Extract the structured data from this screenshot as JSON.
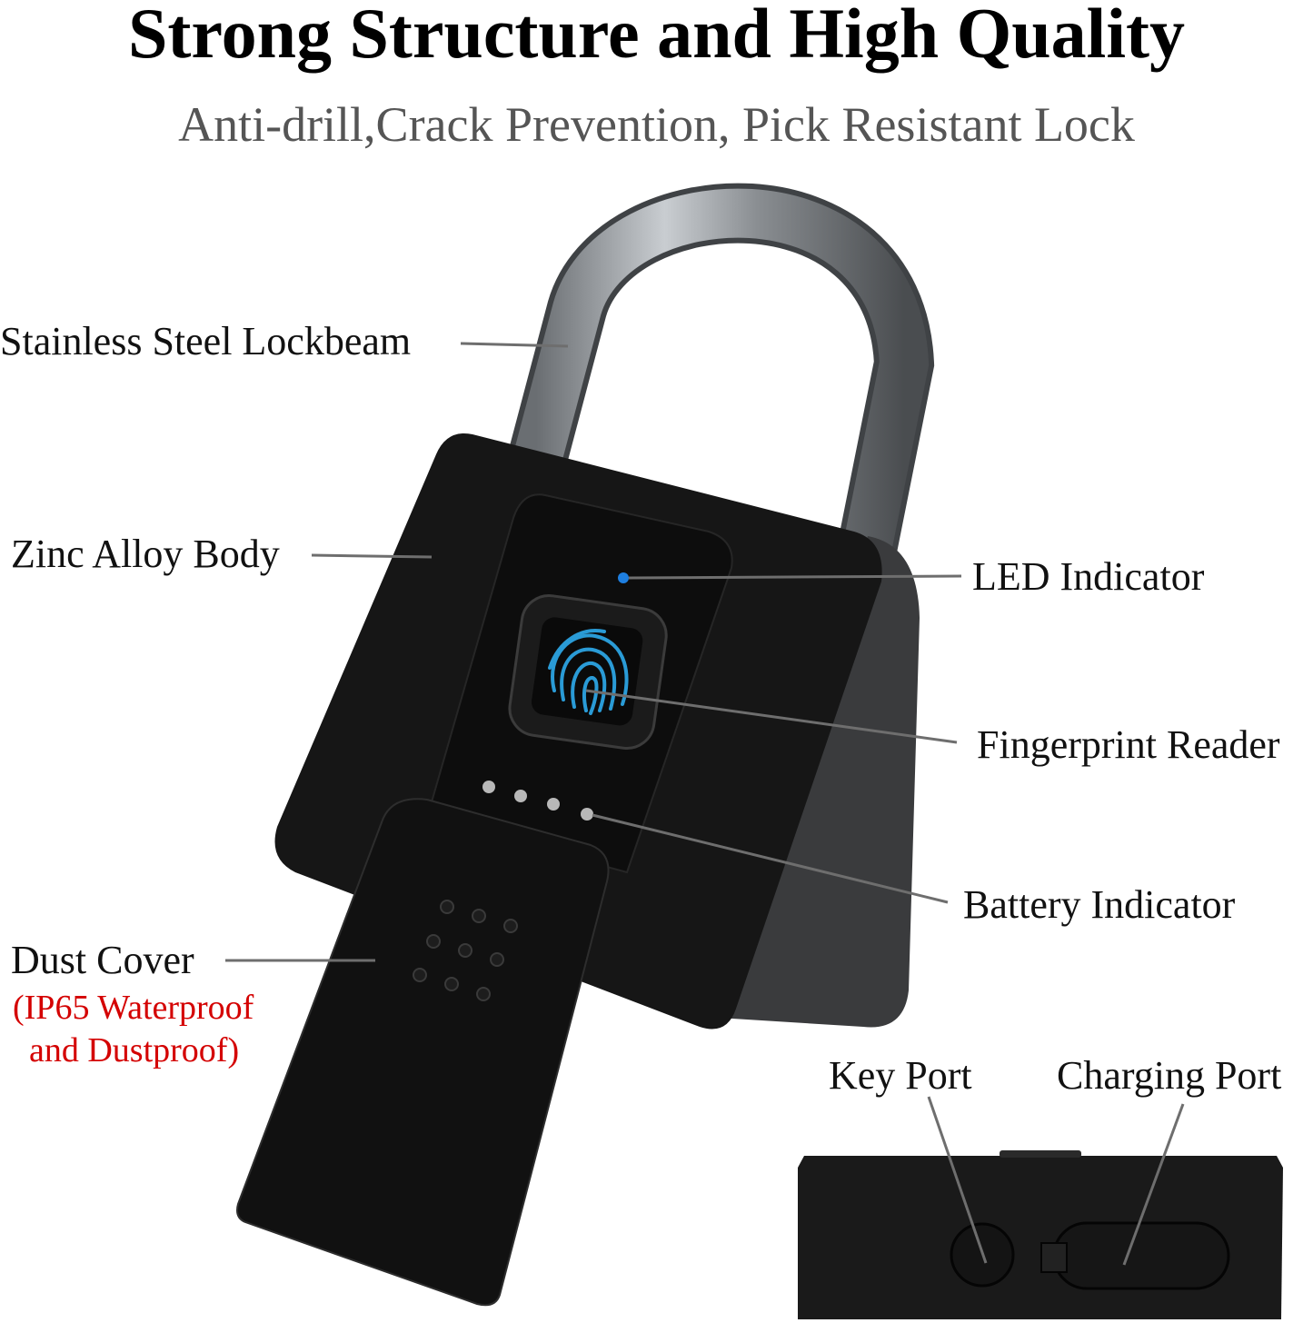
{
  "header": {
    "title": "Strong Structure and High Quality",
    "subtitle": "Anti-drill,Crack Prevention, Pick Resistant Lock"
  },
  "callouts": {
    "lockbeam": "Stainless Steel Lockbeam",
    "body": "Zinc Alloy Body",
    "led": "LED Indicator",
    "fingerprint": "Fingerprint Reader",
    "battery": "Battery Indicator",
    "dust_cover": "Dust Cover",
    "dust_cover_note_1": "(IP65 Waterproof",
    "dust_cover_note_2": "and Dustproof)",
    "key_port": "Key Port",
    "charging_port": "Charging Port"
  },
  "colors": {
    "note_red": "#d40000",
    "fingerprint_blue": "#2a9bd6",
    "led_blue": "#1e7fe0",
    "body_black": "#151515"
  },
  "icons": [
    "padlock-image",
    "fingerprint-icon",
    "led-dot",
    "battery-dots",
    "key-port-icon",
    "usb-port-icon"
  ]
}
